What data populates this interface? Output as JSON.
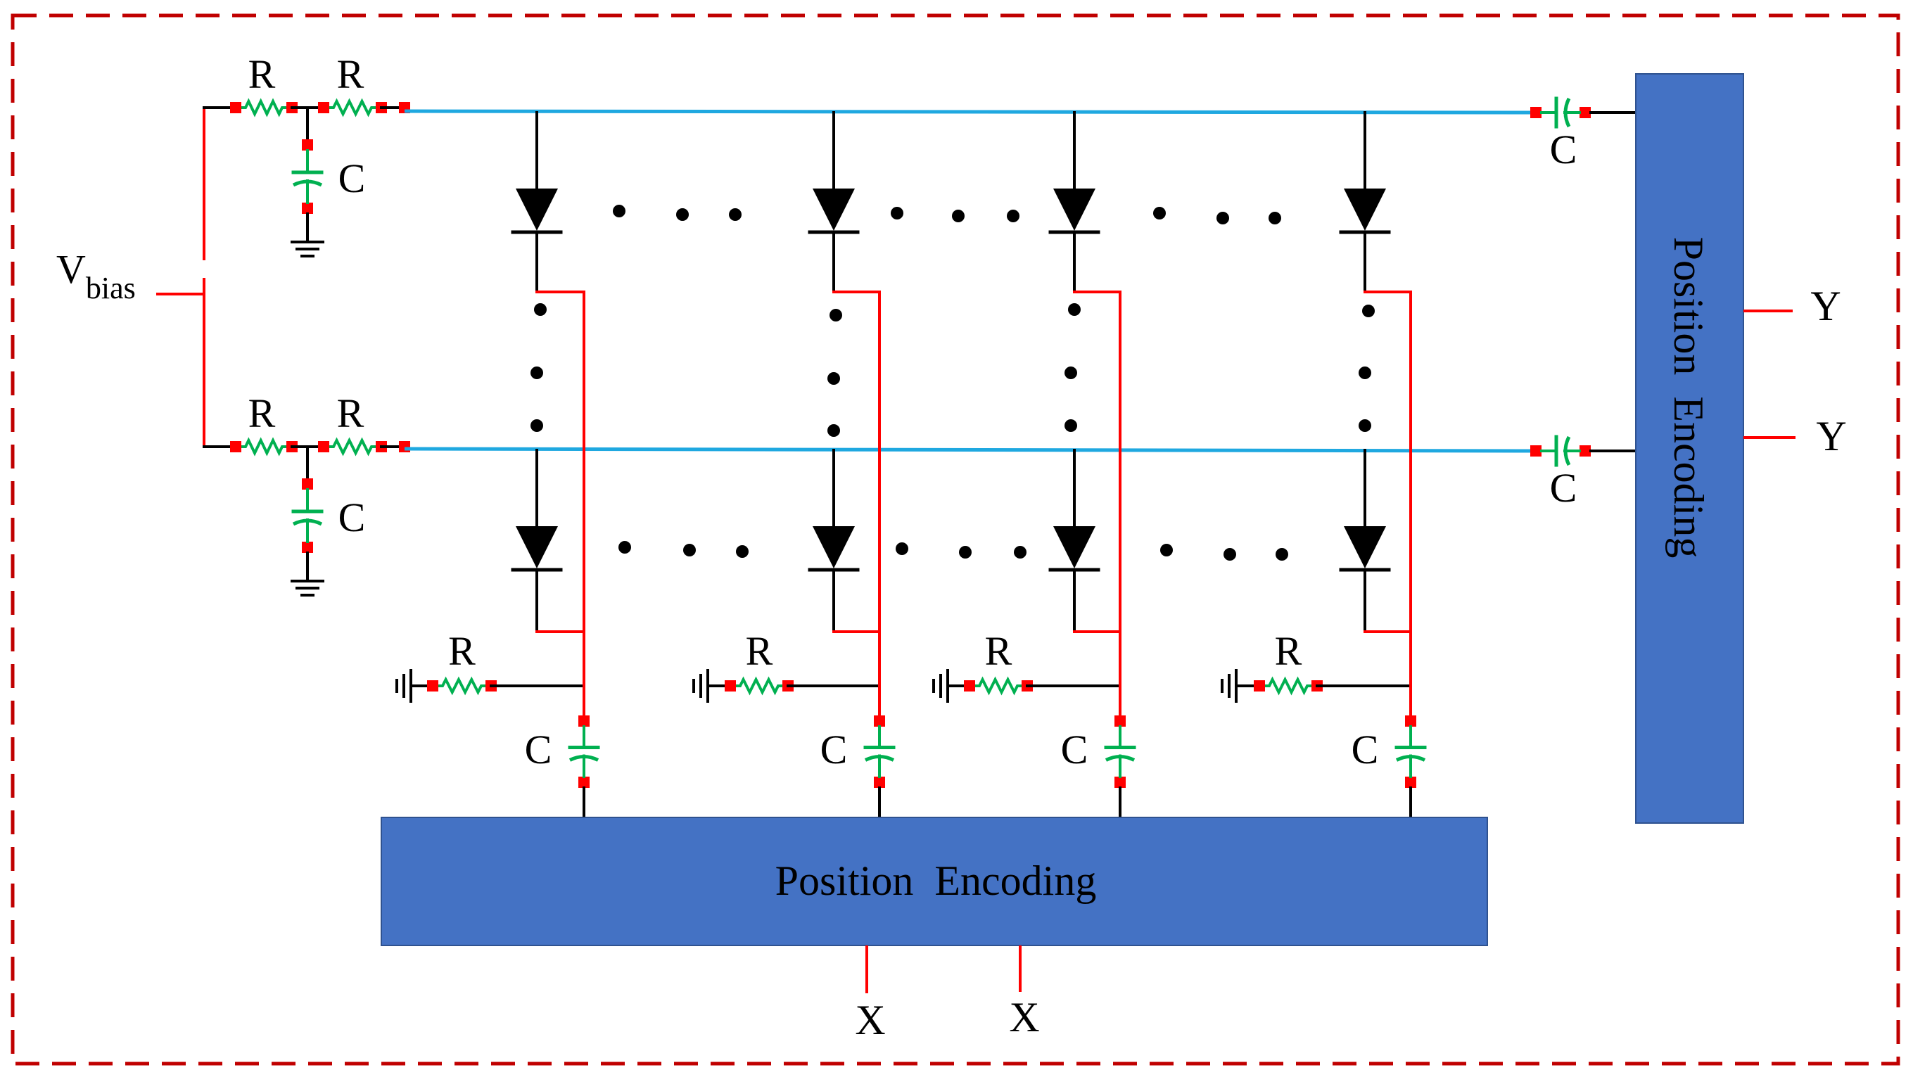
{
  "labels": {
    "vbias_main": "V",
    "vbias_sub": "bias",
    "resistor": "R",
    "capacitor": "C",
    "x_output": "X",
    "y_output": "Y",
    "encoder_bottom": "Position  Encoding",
    "encoder_right": "Position  Encoding"
  },
  "colors": {
    "frame": "#c00000",
    "row_line": "#1fa8e0",
    "column_line": "#ff0000",
    "wire": "#000000",
    "component": "#00b050",
    "terminal": "#ff0000",
    "encoder_fill": "#4472c4"
  }
}
